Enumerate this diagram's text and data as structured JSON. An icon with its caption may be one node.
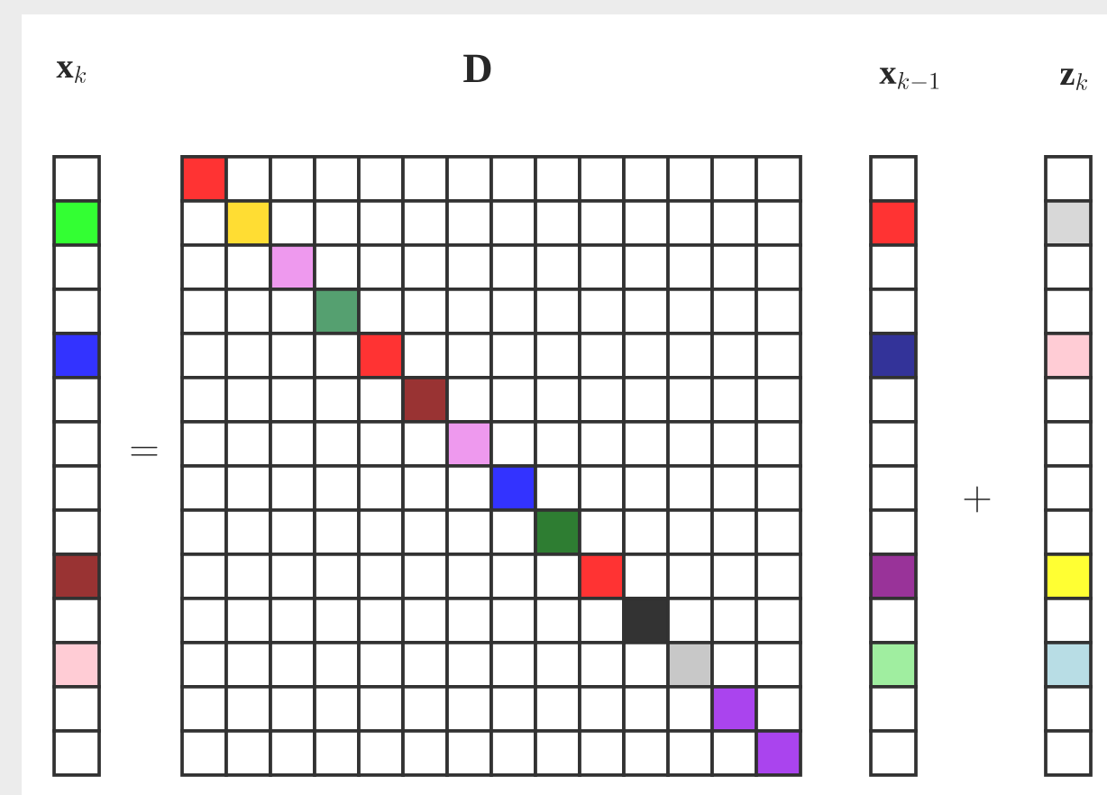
{
  "diagram": {
    "labels": [
      "\\mathbf{x}_k",
      "\\mathbf{D}",
      "\\mathbf{x}_{k-1}",
      "\\mathbf{z}_k",
      "=",
      "+"
    ]
  }
}
